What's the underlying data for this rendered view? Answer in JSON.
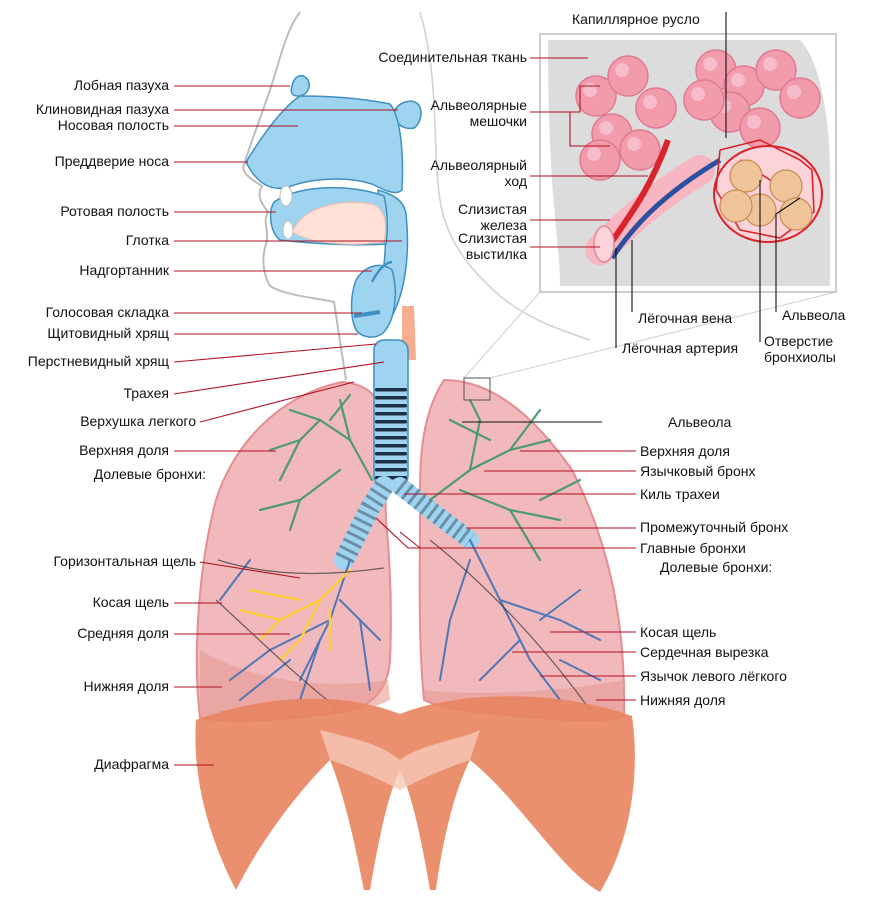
{
  "colors": {
    "airway_blue": "#9fd4f1",
    "airway_outline": "#3f8fc0",
    "lung_pink": "#f2b9bd",
    "lung_edge": "#e48d93",
    "diaphragm": "#e8845e",
    "bronchi_green": "#4f9a72",
    "bronchi_blue": "#4f77b6",
    "bronchi_yellow": "#ffcf3a",
    "alveoli_pink": "#f19bab",
    "vessel_red": "#d8242a",
    "vessel_blue": "#2d4fa0",
    "leader_red": "#b01020"
  },
  "labels": {
    "frontal_sinus": "Лобная пазуха",
    "sphenoid_sinus": "Клиновидная пазуха",
    "nasal_cavity": "Носовая полость",
    "nasal_vestibule": "Преддверие носа",
    "oral_cavity": "Ротовая полость",
    "pharynx": "Глотка",
    "epiglottis": "Надгортанник",
    "vocal_fold": "Голосовая складка",
    "thyroid_cartilage": "Щитовидный хрящ",
    "cricoid_cartilage": "Перстневидный хрящ",
    "trachea": "Трахея",
    "lung_apex": "Верхушка легкого",
    "upper_lobe_right": "Верхняя доля",
    "lobar_bronchi_right": "Долевые бронхи:",
    "horizontal_fissure": "Горизонтальная щель",
    "oblique_fissure_right": "Косая щель",
    "middle_lobe": "Средняя доля",
    "lower_lobe_right": "Нижняя доля",
    "diaphragm": "Диафрагма",
    "capillary_bed": "Капиллярное русло",
    "connective_tissue": "Соединительная ткань",
    "alveolar_sacs_1": "Альвеолярные",
    "alveolar_sacs_2": "мешочки",
    "alveolar_duct_1": "Альвеолярный",
    "alveolar_duct_2": "ход",
    "mucous_gland_1": "Слизистая",
    "mucous_gland_2": "железа",
    "mucous_lining_1": "Слизистая",
    "mucous_lining_2": "выстилка",
    "pulmonary_vein": "Лёгочная вена",
    "alveolus_inset": "Альвеола",
    "pulmonary_artery": "Лёгочная артерия",
    "bronchiole_opening_1": "Отверстие",
    "bronchiole_opening_2": "бронхиолы",
    "alveolus": "Альвеола",
    "upper_lobe_left": "Верхняя доля",
    "lingular_bronchus": "Язычковый бронх",
    "carina": "Киль трахеи",
    "intermediate_bronchus": "Промежуточный бронх",
    "main_bronchi": "Главные бронхи",
    "lobar_bronchi_left": "Долевые бронхи:",
    "oblique_fissure_left": "Косая щель",
    "cardiac_notch": "Сердечная вырезка",
    "lingula": "Язычок левого лёгкого",
    "lower_lobe_left": "Нижняя доля"
  }
}
